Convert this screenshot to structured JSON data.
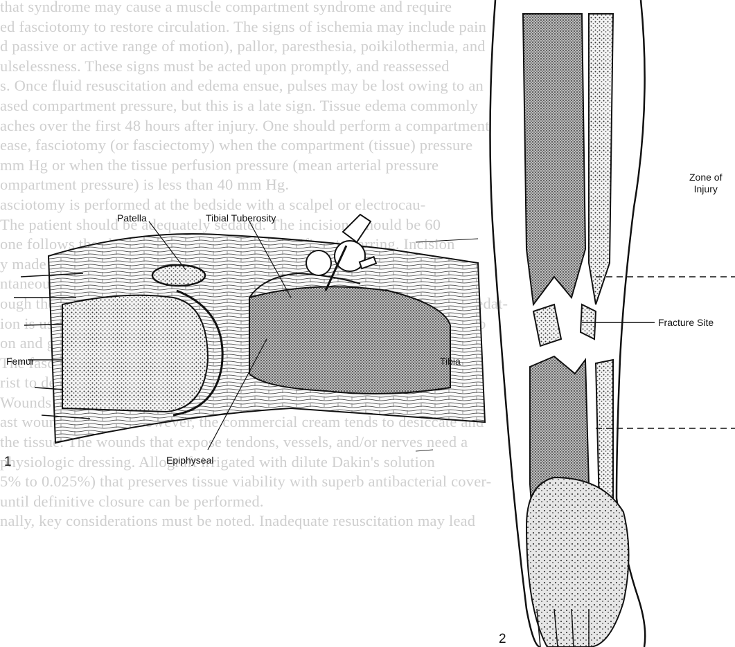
{
  "background_text": [
    "that syndrome may cause a muscle compartment syndrome and require",
    "ed fasciotomy to restore circulation. The signs of ischemia may include pain",
    "d passive or active range of motion), pallor, paresthesia, poikilothermia, and",
    "ulselessness. These signs must be acted upon promptly, and reassessed",
    "s. Once fluid resuscitation and edema ensue, pulses may be lost owing to an",
    "ased compartment pressure, but this is a late sign. Tissue edema commonly",
    "aches over the first 48 hours after injury. One should perform a compartment",
    "ease, fasciotomy (or fasciectomy) when the compartment (tissue) pressure",
    "mm Hg or when the tissue perfusion pressure (mean arterial pressure",
    "ompartment pressure) is less than 40 mm Hg.",
    "asciotomy is performed at the bedside with a scalpel or electrocau-",
    "The patient should be adequately sedated. The incisions should be 60",
    "one follows the skin tension lines to avoid significant scarring. Incision",
    "y made carefully to avoid injury to cutaneous nerves and to subcutaneous",
    "ntaneous veins or vascular structures. The incisions should be carried down",
    "ough the fascia, decompressing each compartment. General anesthesia or sedat-",
    "ion is usually used. Hemostasis should be secured and the wound allowed to",
    "on and granulation.",
    "The fasciotomy requires extension across the flexor retinaculum of",
    "rist to decompress the median and ulnar nerves within the carpal canal.",
    "Wounds can be dressed in sulfamylon-nystatin cream as prophylaxis",
    "ast wound infection. However, the commercial cream tends to desiccate and",
    "the tissue. The wounds that expose tendons, vessels, and/or nerves need a",
    "physiologic dressing. Allograft irrigated with dilute Dakin's solution",
    "5% to 0.025%) that preserves tissue viability with superb antibacterial cover-",
    "until definitive closure can be performed.",
    "nally, key considerations must be noted. Inadequate resuscitation may lead"
  ],
  "figure1": {
    "number": "1",
    "labels": {
      "patella": "Patella",
      "tibial_tuberosity": "Tibial Tuberosity",
      "femur": "Femur",
      "tibia": "Tibia",
      "epiphyseal": "Epiphyseal"
    }
  },
  "figure2": {
    "number": "2",
    "labels": {
      "zone_of_injury": "Zone of\nInjury",
      "fracture_site": "Fracture Site"
    }
  }
}
